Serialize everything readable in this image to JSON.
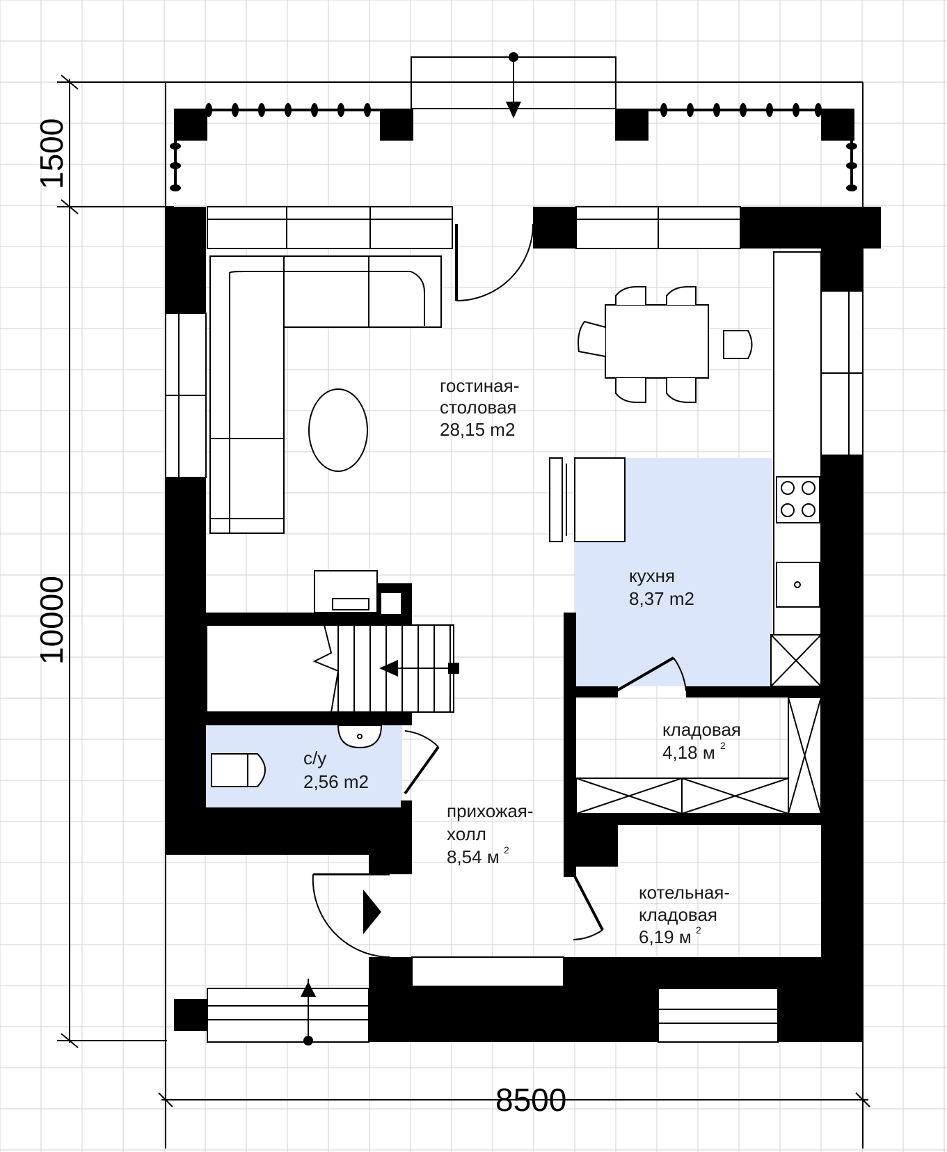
{
  "dimensions": {
    "porch_depth": "1500",
    "house_depth": "10000",
    "house_width": "8500"
  },
  "rooms": {
    "living": {
      "name_line1": "гостиная-",
      "name_line2": "столовая",
      "area": "28,15 m2"
    },
    "kitchen": {
      "name": "кухня",
      "area": "8,37 m2"
    },
    "pantry": {
      "name": "кладовая",
      "area": "4,18 м",
      "area_sup": "2"
    },
    "wc": {
      "name": "с/у",
      "area": "2,56 m2"
    },
    "hall": {
      "name_line1": "прихожая-",
      "name_line2": "холл",
      "area": "8,54 м",
      "area_sup": "2"
    },
    "boiler": {
      "name_line1": "котельная-",
      "name_line2": "кладовая",
      "area": "6,19 м",
      "area_sup": "2"
    }
  },
  "colors": {
    "wall": "#000000",
    "highlight_zone": "#dce6fb",
    "grid": "#d2d2d2"
  }
}
